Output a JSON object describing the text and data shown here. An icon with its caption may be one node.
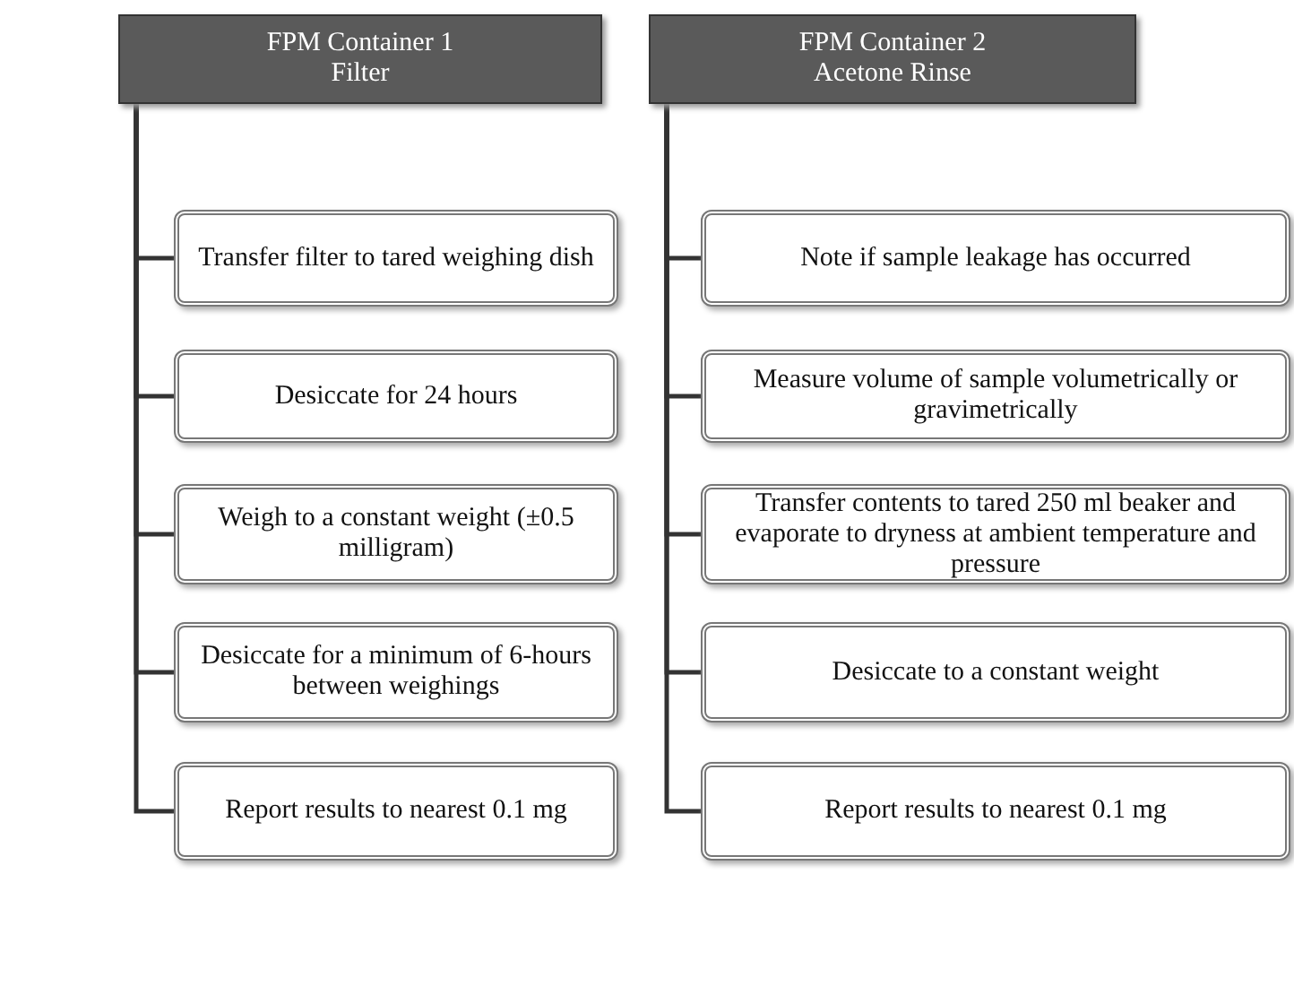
{
  "diagram": {
    "nodes": [
      {
        "text": [
          "FPM Container 1",
          "Filter"
        ]
      },
      {
        "text": [
          "Transfer filter to tared weighing dish"
        ]
      },
      {
        "text": [
          "Desiccate for 24 hours"
        ]
      },
      {
        "text": [
          "Weigh to a constant weight (±0.5 milligram)"
        ]
      },
      {
        "text": [
          "Desiccate for a minimum of 6-hours between weighings"
        ]
      },
      {
        "text": [
          "Report results to nearest 0.1 mg"
        ]
      },
      {
        "text": [
          "FPM Container 2",
          "Acetone Rinse"
        ]
      },
      {
        "text": [
          "Note if sample leakage has occurred"
        ]
      },
      {
        "text": [
          "Measure volume of sample volumetrically or gravimetrically"
        ]
      },
      {
        "text": [
          "Transfer contents to tared 250 ml beaker and evaporate to dryness at ambient temperature and pressure"
        ]
      },
      {
        "text": [
          "Desiccate to a constant weight"
        ]
      },
      {
        "text": [
          "Report results to nearest 0.1 mg"
        ]
      }
    ],
    "edges": [
      {
        "from": 0,
        "to": 1,
        "arrow": "none"
      },
      {
        "from": 0,
        "to": 2,
        "arrow": "none"
      },
      {
        "from": 0,
        "to": 3,
        "arrow": "none"
      },
      {
        "from": 0,
        "to": 4,
        "arrow": "none"
      },
      {
        "from": 0,
        "to": 5,
        "arrow": "none"
      },
      {
        "from": 6,
        "to": 7,
        "arrow": "none"
      },
      {
        "from": 6,
        "to": 8,
        "arrow": "none"
      },
      {
        "from": 6,
        "to": 9,
        "arrow": "none"
      },
      {
        "from": 6,
        "to": 10,
        "arrow": "none"
      },
      {
        "from": 6,
        "to": 11,
        "arrow": "none"
      }
    ]
  }
}
